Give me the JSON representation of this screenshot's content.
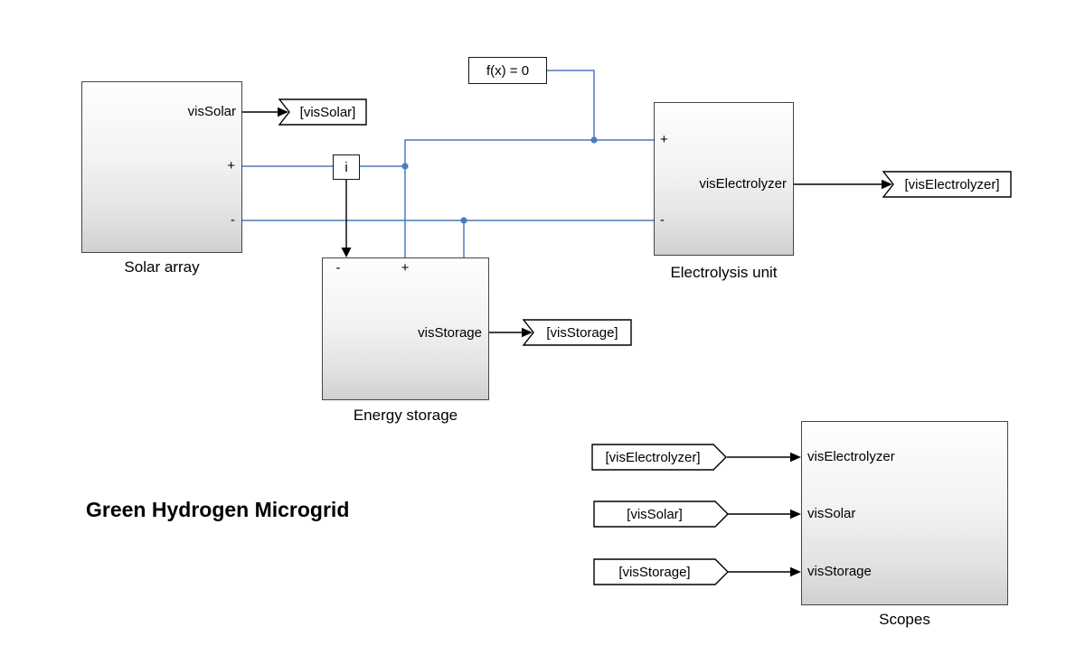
{
  "title": "Green Hydrogen Microgrid",
  "colors": {
    "wire": "#4a7cbe",
    "signal": "#000000"
  },
  "blocks": {
    "solar_array": {
      "name": "Solar array",
      "port_vissolar": "visSolar",
      "port_plus": "+",
      "port_minus": "-"
    },
    "electrolysis_unit": {
      "name": "Electrolysis unit",
      "port_plus": "+",
      "port_minus": "-",
      "port_viselectrolyzer": "visElectrolyzer"
    },
    "energy_storage": {
      "name": "Energy storage",
      "port_minus": "-",
      "port_plus": "+",
      "port_visstorage": "visStorage"
    },
    "scopes": {
      "name": "Scopes",
      "port_viselectrolyzer": "visElectrolyzer",
      "port_vissolar": "visSolar",
      "port_visstorage": "visStorage"
    },
    "solver": {
      "label": "f(x) = 0"
    },
    "current_sensor": {
      "label": "i"
    }
  },
  "tags": {
    "goto_vissolar": {
      "label": "[visSolar]"
    },
    "goto_viselectrolyzer": {
      "label": "[visElectrolyzer]"
    },
    "goto_visstorage": {
      "label": "[visStorage]"
    },
    "from_viselectrolyzer": {
      "label": "[visElectrolyzer]"
    },
    "from_vissolar": {
      "label": "[visSolar]"
    },
    "from_visstorage": {
      "label": "[visStorage]"
    }
  }
}
